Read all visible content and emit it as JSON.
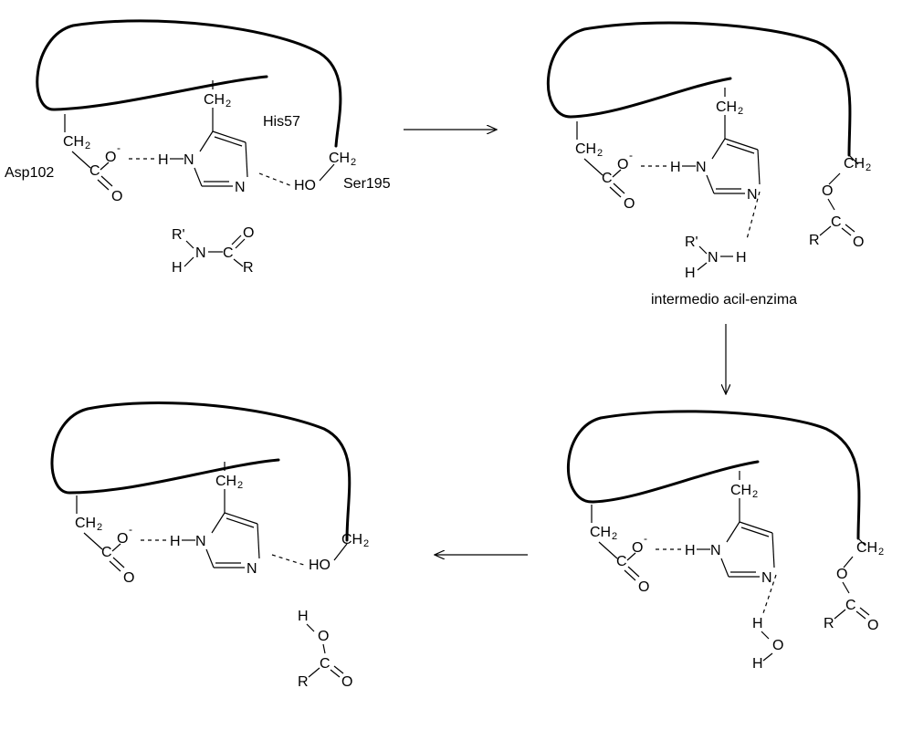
{
  "residues": {
    "asp": "Asp102",
    "his": "His57",
    "ser": "Ser195"
  },
  "atoms": {
    "ch": "CH",
    "two": "2",
    "c": "C",
    "o": "O",
    "n": "N",
    "h": "H",
    "r": "R",
    "rp": "R'",
    "ho": "HO",
    "minus": "-",
    "dash": "–"
  },
  "caption": "intermedio acil-enzima"
}
